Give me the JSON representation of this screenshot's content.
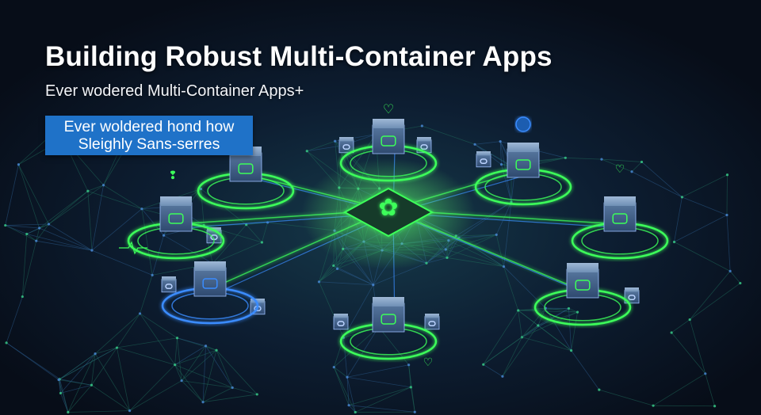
{
  "header": {
    "title": "Building Robust Multi-Container Apps",
    "subtitle": "Ever wodered Multi-Container Apps+",
    "callout_line1": "Ever woldered hond how",
    "callout_line2": "Sleighly Sans-serres"
  },
  "colors": {
    "background": "#0a1422",
    "accent_green": "#3cff5a",
    "accent_blue": "#3a8cff",
    "callout": "#1f72c8",
    "cube": "#6f8fb5"
  },
  "icons": [
    "heart-icon",
    "lock-icon",
    "health-icon",
    "container-icon",
    "hub-icon"
  ]
}
